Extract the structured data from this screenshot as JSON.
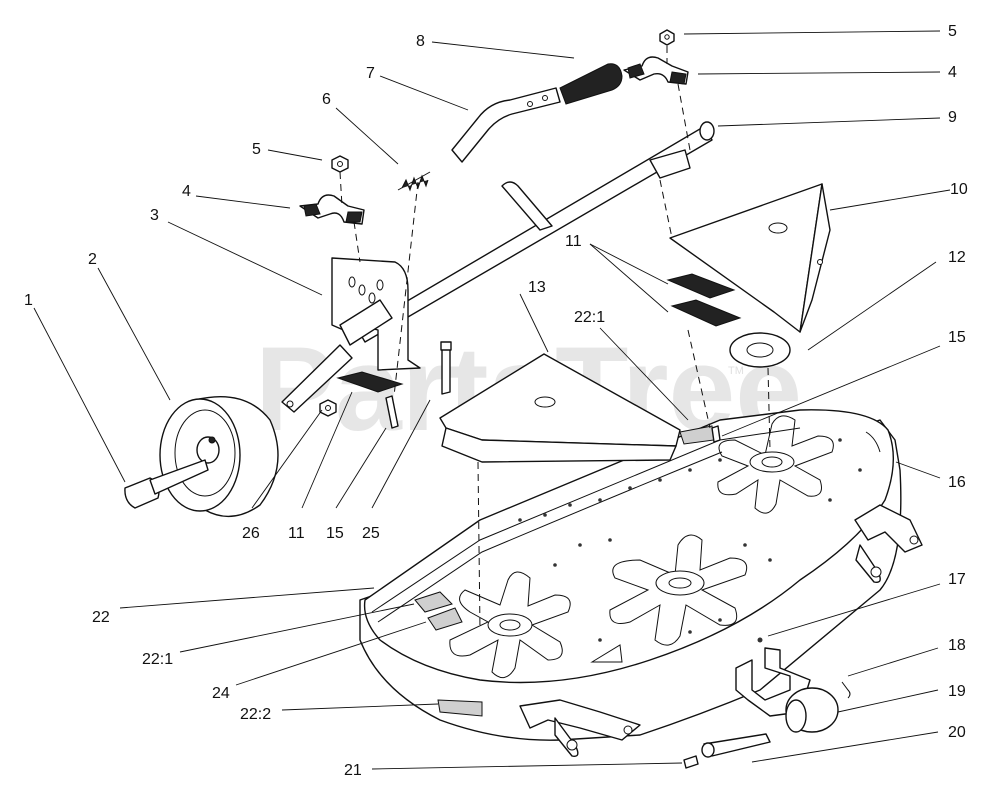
{
  "watermark": {
    "text": "PartsTree",
    "trademark": "TM"
  },
  "callouts": [
    {
      "id": "c1",
      "text": "1"
    },
    {
      "id": "c2",
      "text": "2"
    },
    {
      "id": "c3",
      "text": "3"
    },
    {
      "id": "c4a",
      "text": "4"
    },
    {
      "id": "c4b",
      "text": "4"
    },
    {
      "id": "c5a",
      "text": "5"
    },
    {
      "id": "c5b",
      "text": "5"
    },
    {
      "id": "c6",
      "text": "6"
    },
    {
      "id": "c7",
      "text": "7"
    },
    {
      "id": "c8",
      "text": "8"
    },
    {
      "id": "c9",
      "text": "9"
    },
    {
      "id": "c10",
      "text": "10"
    },
    {
      "id": "c11a",
      "text": "11"
    },
    {
      "id": "c11b",
      "text": "11"
    },
    {
      "id": "c12",
      "text": "12"
    },
    {
      "id": "c13",
      "text": "13"
    },
    {
      "id": "c15a",
      "text": "15"
    },
    {
      "id": "c15b",
      "text": "15"
    },
    {
      "id": "c16",
      "text": "16"
    },
    {
      "id": "c17",
      "text": "17"
    },
    {
      "id": "c18",
      "text": "18"
    },
    {
      "id": "c19",
      "text": "19"
    },
    {
      "id": "c20",
      "text": "20"
    },
    {
      "id": "c21",
      "text": "21"
    },
    {
      "id": "c22",
      "text": "22"
    },
    {
      "id": "c22_1a",
      "text": "22:1"
    },
    {
      "id": "c22_1b",
      "text": "22:1"
    },
    {
      "id": "c22_2",
      "text": "22:2"
    },
    {
      "id": "c24",
      "text": "24"
    },
    {
      "id": "c25",
      "text": "25"
    },
    {
      "id": "c26",
      "text": "26"
    }
  ]
}
